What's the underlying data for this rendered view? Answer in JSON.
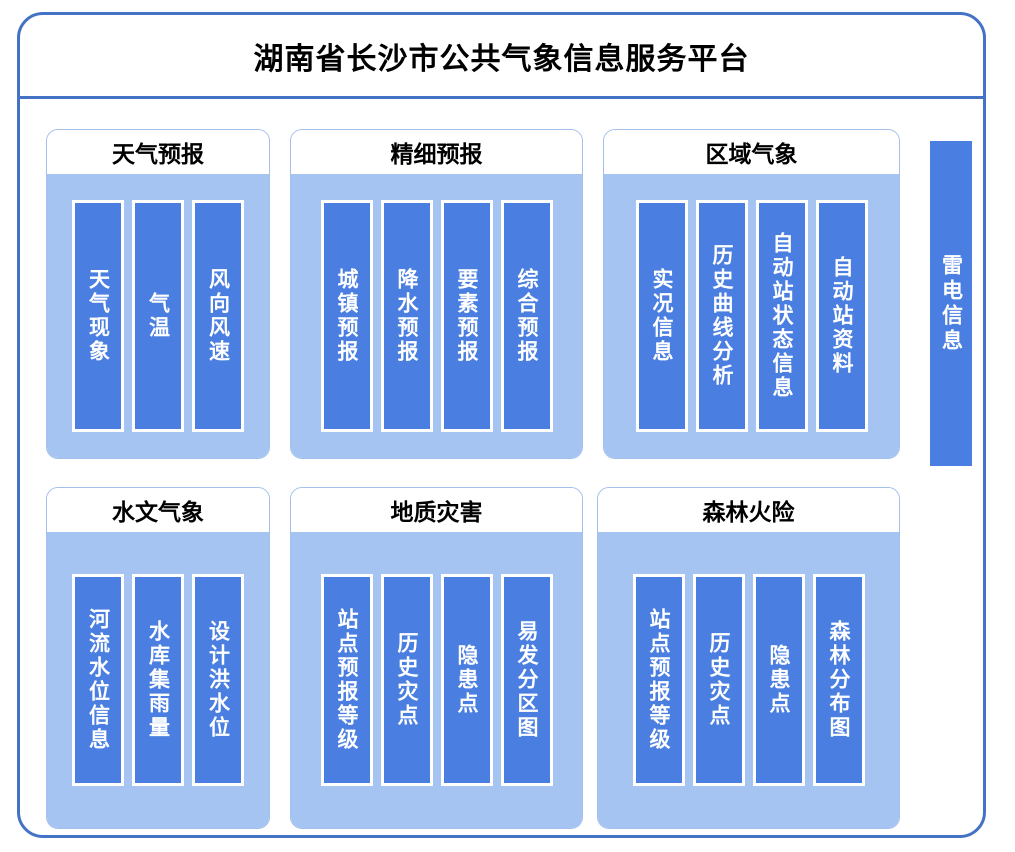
{
  "platform": {
    "title": "湖南省长沙市公共气象信息服务平台",
    "frame_border_color": "#4472C4",
    "panel_body_color": "#A6C4F2",
    "bar_color": "#4A7EE0",
    "bar_border_color": "#FFFFFF",
    "card_border_color": "#A3C0EC"
  },
  "groups": [
    {
      "title": "天气预报",
      "items": [
        {
          "label": "天气现象"
        },
        {
          "label": "气温"
        },
        {
          "label": "风向风速"
        }
      ]
    },
    {
      "title": "精细预报",
      "items": [
        {
          "label": "城镇预报"
        },
        {
          "label": "降水预报"
        },
        {
          "label": "要素预报"
        },
        {
          "label": "综合预报"
        }
      ]
    },
    {
      "title": "区域气象",
      "items": [
        {
          "label": "实况信息"
        },
        {
          "label": "历史曲线分析"
        },
        {
          "label": "自动站状态信息"
        },
        {
          "label": "自动站资料"
        }
      ]
    },
    {
      "title": "水文气象",
      "items": [
        {
          "label": "河流水位信息"
        },
        {
          "label": "水库集雨量"
        },
        {
          "label": "设计洪水位"
        }
      ]
    },
    {
      "title": "地质灾害",
      "items": [
        {
          "label": "站点预报等级"
        },
        {
          "label": "历史灾点"
        },
        {
          "label": "隐患点"
        },
        {
          "label": "易发分区图"
        }
      ]
    },
    {
      "title": "森林火险",
      "items": [
        {
          "label": "站点预报等级"
        },
        {
          "label": "历史灾点"
        },
        {
          "label": "隐患点"
        },
        {
          "label": "森林分布图"
        }
      ]
    }
  ],
  "standalone": {
    "lightning": {
      "label": "雷电信息"
    }
  }
}
